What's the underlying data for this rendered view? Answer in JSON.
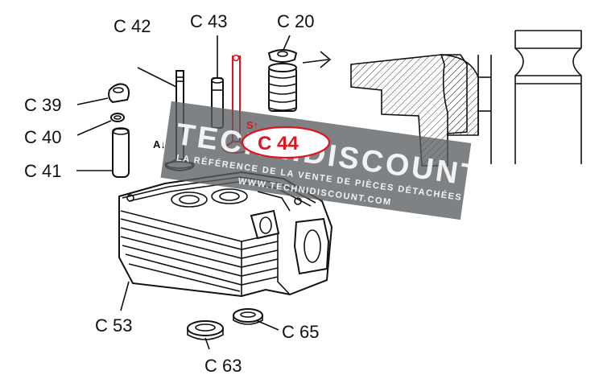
{
  "labels": {
    "c42": "C 42",
    "c43": "C 43",
    "c20": "C 20",
    "c39": "C 39",
    "c40": "C 40",
    "c41": "C 41",
    "c44": "C 44",
    "c53": "C 53",
    "c63": "C 63",
    "c65": "C 65"
  },
  "marks": {
    "intake": "A↓",
    "exhaust": "S↑"
  },
  "watermark": {
    "brand": "TECHNIDISCOUNT",
    "tagline": "LA RÉFÉRENCE DE LA VENTE DE PIÈCES DÉTACHÉES EN LIGNE",
    "url": "WWW.TECHNIDISCOUNT.COM"
  },
  "colors": {
    "highlight": "#e0141e",
    "line": "#111111",
    "watermark_band": "#5a5f63"
  }
}
